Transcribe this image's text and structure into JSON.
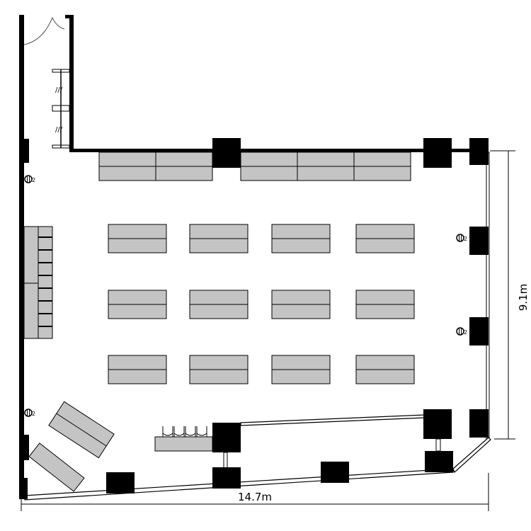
{
  "diagram": {
    "type": "floor-plan",
    "dimensions": {
      "width_label": "14.7m",
      "depth_label": "9.1m"
    },
    "outlet_label": "2",
    "colors": {
      "table": "#c4c4c4",
      "wall": "#000000",
      "background": "#ffffff"
    }
  }
}
